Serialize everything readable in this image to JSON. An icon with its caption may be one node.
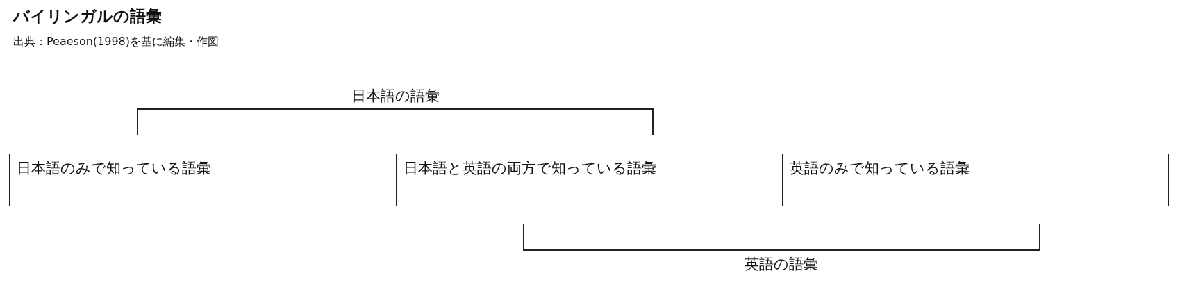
{
  "diagram": {
    "title": "バイリンガルの語彙",
    "caption": "出典：Peaeson(1998)を基に編集・作図",
    "nodes": [
      {
        "text": [
          "日本語のみで知っている語彙"
        ]
      },
      {
        "text": [
          "日本語と英語の両方で知っている語彙"
        ]
      },
      {
        "text": [
          "英語のみで知っている語彙"
        ]
      }
    ],
    "labels": [
      "日本語の語彙",
      "英語の語彙"
    ]
  }
}
